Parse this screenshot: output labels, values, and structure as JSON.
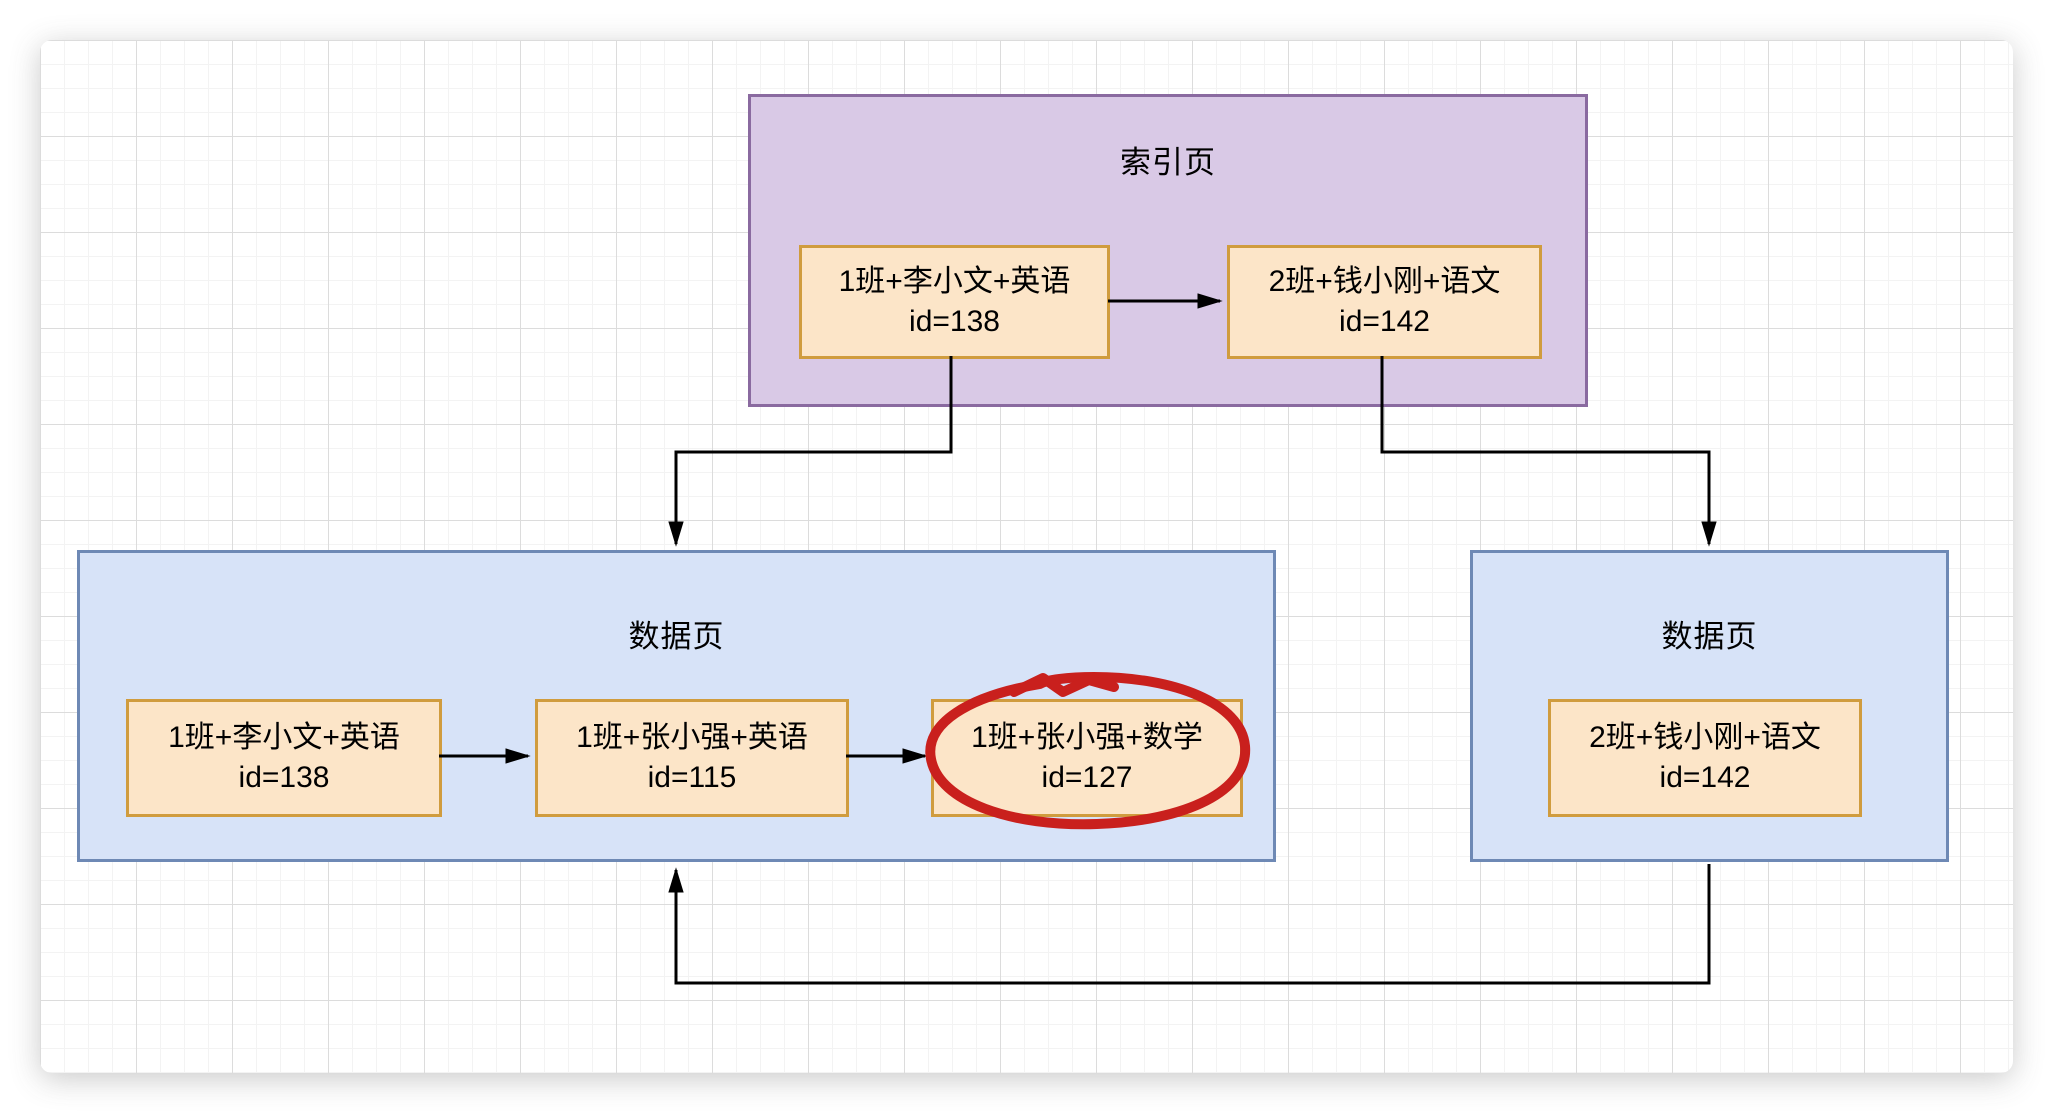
{
  "colors": {
    "index_page_fill": "#d9c9e6",
    "index_page_stroke": "#8a6aa0",
    "data_page_fill": "#d7e3f8",
    "data_page_stroke": "#6e89b5",
    "record_fill": "#fce5c8",
    "record_stroke": "#d09c3e",
    "connector": "#000000",
    "annotation_red": "#c9201d",
    "grid_minor": "#f3f3f3",
    "grid_major": "#dcdcdc"
  },
  "diagram": {
    "index_page": {
      "title": "索引页",
      "records": [
        {
          "key": "1班+李小文+英语",
          "id": "id=138"
        },
        {
          "key": "2班+钱小刚+语文",
          "id": "id=142"
        }
      ]
    },
    "data_page_1": {
      "title": "数据页",
      "records": [
        {
          "key": "1班+李小文+英语",
          "id": "id=138"
        },
        {
          "key": "1班+张小强+英语",
          "id": "id=115"
        },
        {
          "key": "1班+张小强+数学",
          "id": "id=127"
        }
      ]
    },
    "data_page_2": {
      "title": "数据页",
      "records": [
        {
          "key": "2班+钱小刚+语文",
          "id": "id=142"
        }
      ]
    },
    "edges": [
      {
        "from": "索引页: 1班+李小文+英语 id=138",
        "to": "索引页: 2班+钱小刚+语文 id=142",
        "style": "straight-arrow"
      },
      {
        "from": "索引页: 1班+李小文+英语 id=138",
        "to": "数据页 (左)",
        "style": "elbow-arrow-down"
      },
      {
        "from": "索引页: 2班+钱小刚+语文 id=142",
        "to": "数据页 (右)",
        "style": "elbow-arrow-down"
      },
      {
        "from": "数据页(左): 1班+李小文+英语 id=138",
        "to": "数据页(左): 1班+张小强+英语 id=115",
        "style": "straight-arrow"
      },
      {
        "from": "数据页(左): 1班+张小强+英语 id=115",
        "to": "数据页(左): 1班+张小强+数学 id=127",
        "style": "straight-arrow"
      },
      {
        "from": "数据页 (右)",
        "to": "数据页 (左)",
        "style": "elbow-arrow-bottom-loop"
      }
    ],
    "annotation": {
      "shape": "hand-drawn-red-circle",
      "around": "1班+张小强+数学 id=127"
    }
  }
}
